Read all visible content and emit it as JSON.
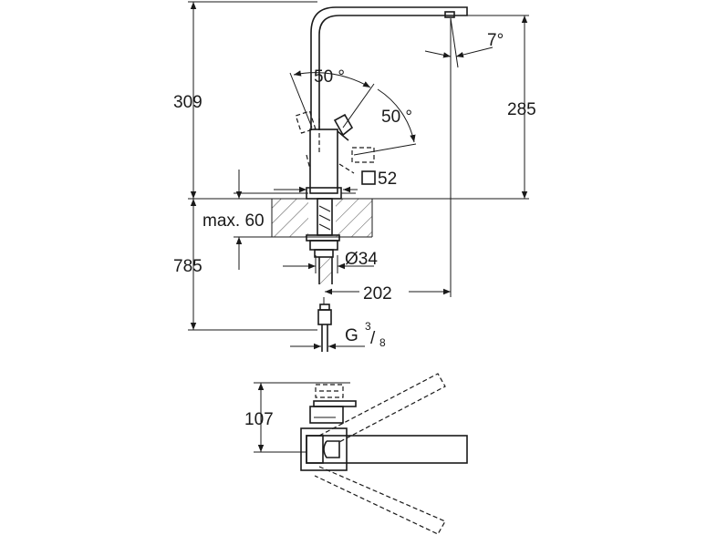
{
  "dimensions": {
    "total_height": "309",
    "spout_height": "285",
    "spout_angle": "7°",
    "lever_angle_top": "50 °",
    "lever_angle_side": "50 °",
    "square_base": "52",
    "max_thickness": "max. 60",
    "hose_length": "785",
    "hole_diameter": "Ø34",
    "reach": "202",
    "thread": "G",
    "thread_num": "3",
    "thread_den": "8",
    "plan_offset": "107"
  },
  "colors": {
    "line": "#1a1a1a",
    "background": "#ffffff"
  }
}
